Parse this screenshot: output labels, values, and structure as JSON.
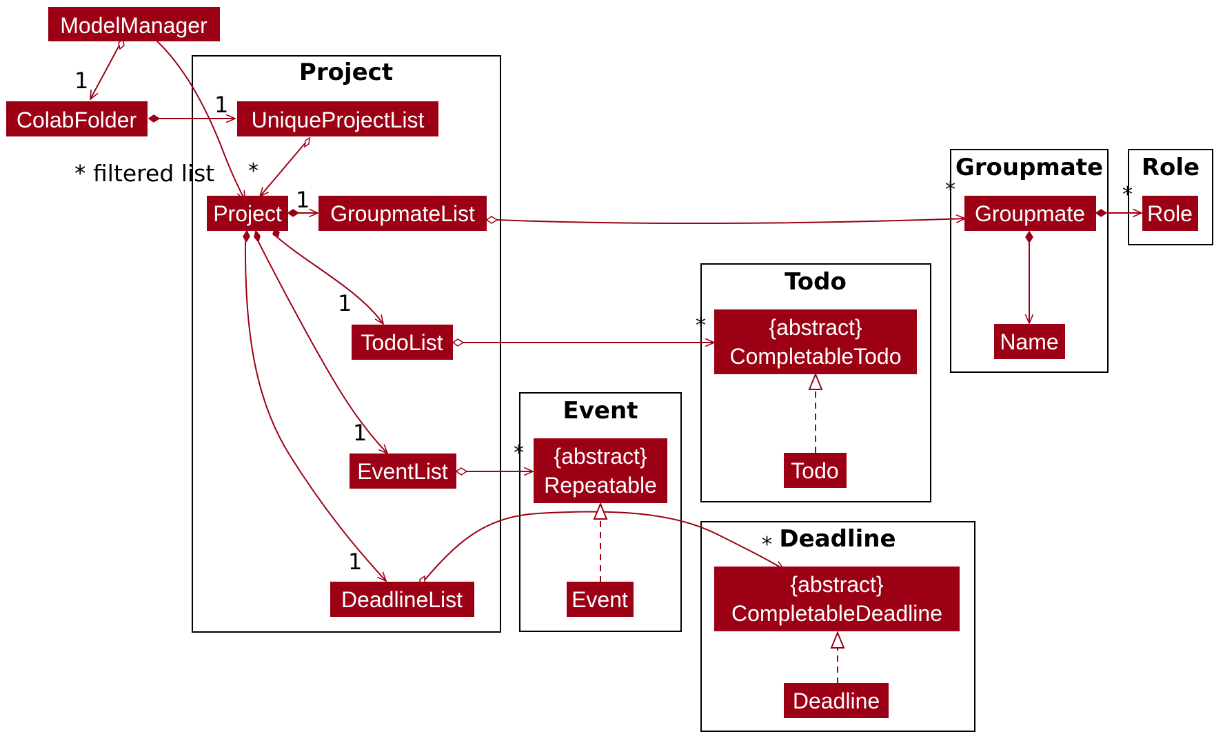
{
  "packages": {
    "project": "Project",
    "groupmate": "Groupmate",
    "role": "Role",
    "todo": "Todo",
    "event": "Event",
    "deadline": "Deadline"
  },
  "classes": {
    "model_manager": "ModelManager",
    "colab_folder": "ColabFolder",
    "unique_project_list": "UniqueProjectList",
    "project": "Project",
    "groupmate_list": "GroupmateList",
    "todo_list": "TodoList",
    "event_list": "EventList",
    "deadline_list": "DeadlineList",
    "groupmate": "Groupmate",
    "role": "Role",
    "name": "Name",
    "completable_todo": [
      "{abstract}",
      "CompletableTodo"
    ],
    "todo": "Todo",
    "repeatable": [
      "{abstract}",
      "Repeatable"
    ],
    "event": "Event",
    "completable_deadline": [
      "{abstract}",
      "CompletableDeadline"
    ],
    "deadline": "Deadline"
  },
  "labels": {
    "filtered_list": "* filtered list",
    "one": "1",
    "many": "*"
  },
  "colors": {
    "class_fill": "#9b0014",
    "class_text": "#ffffff",
    "edge": "#9b0014",
    "frame": "#000000"
  }
}
